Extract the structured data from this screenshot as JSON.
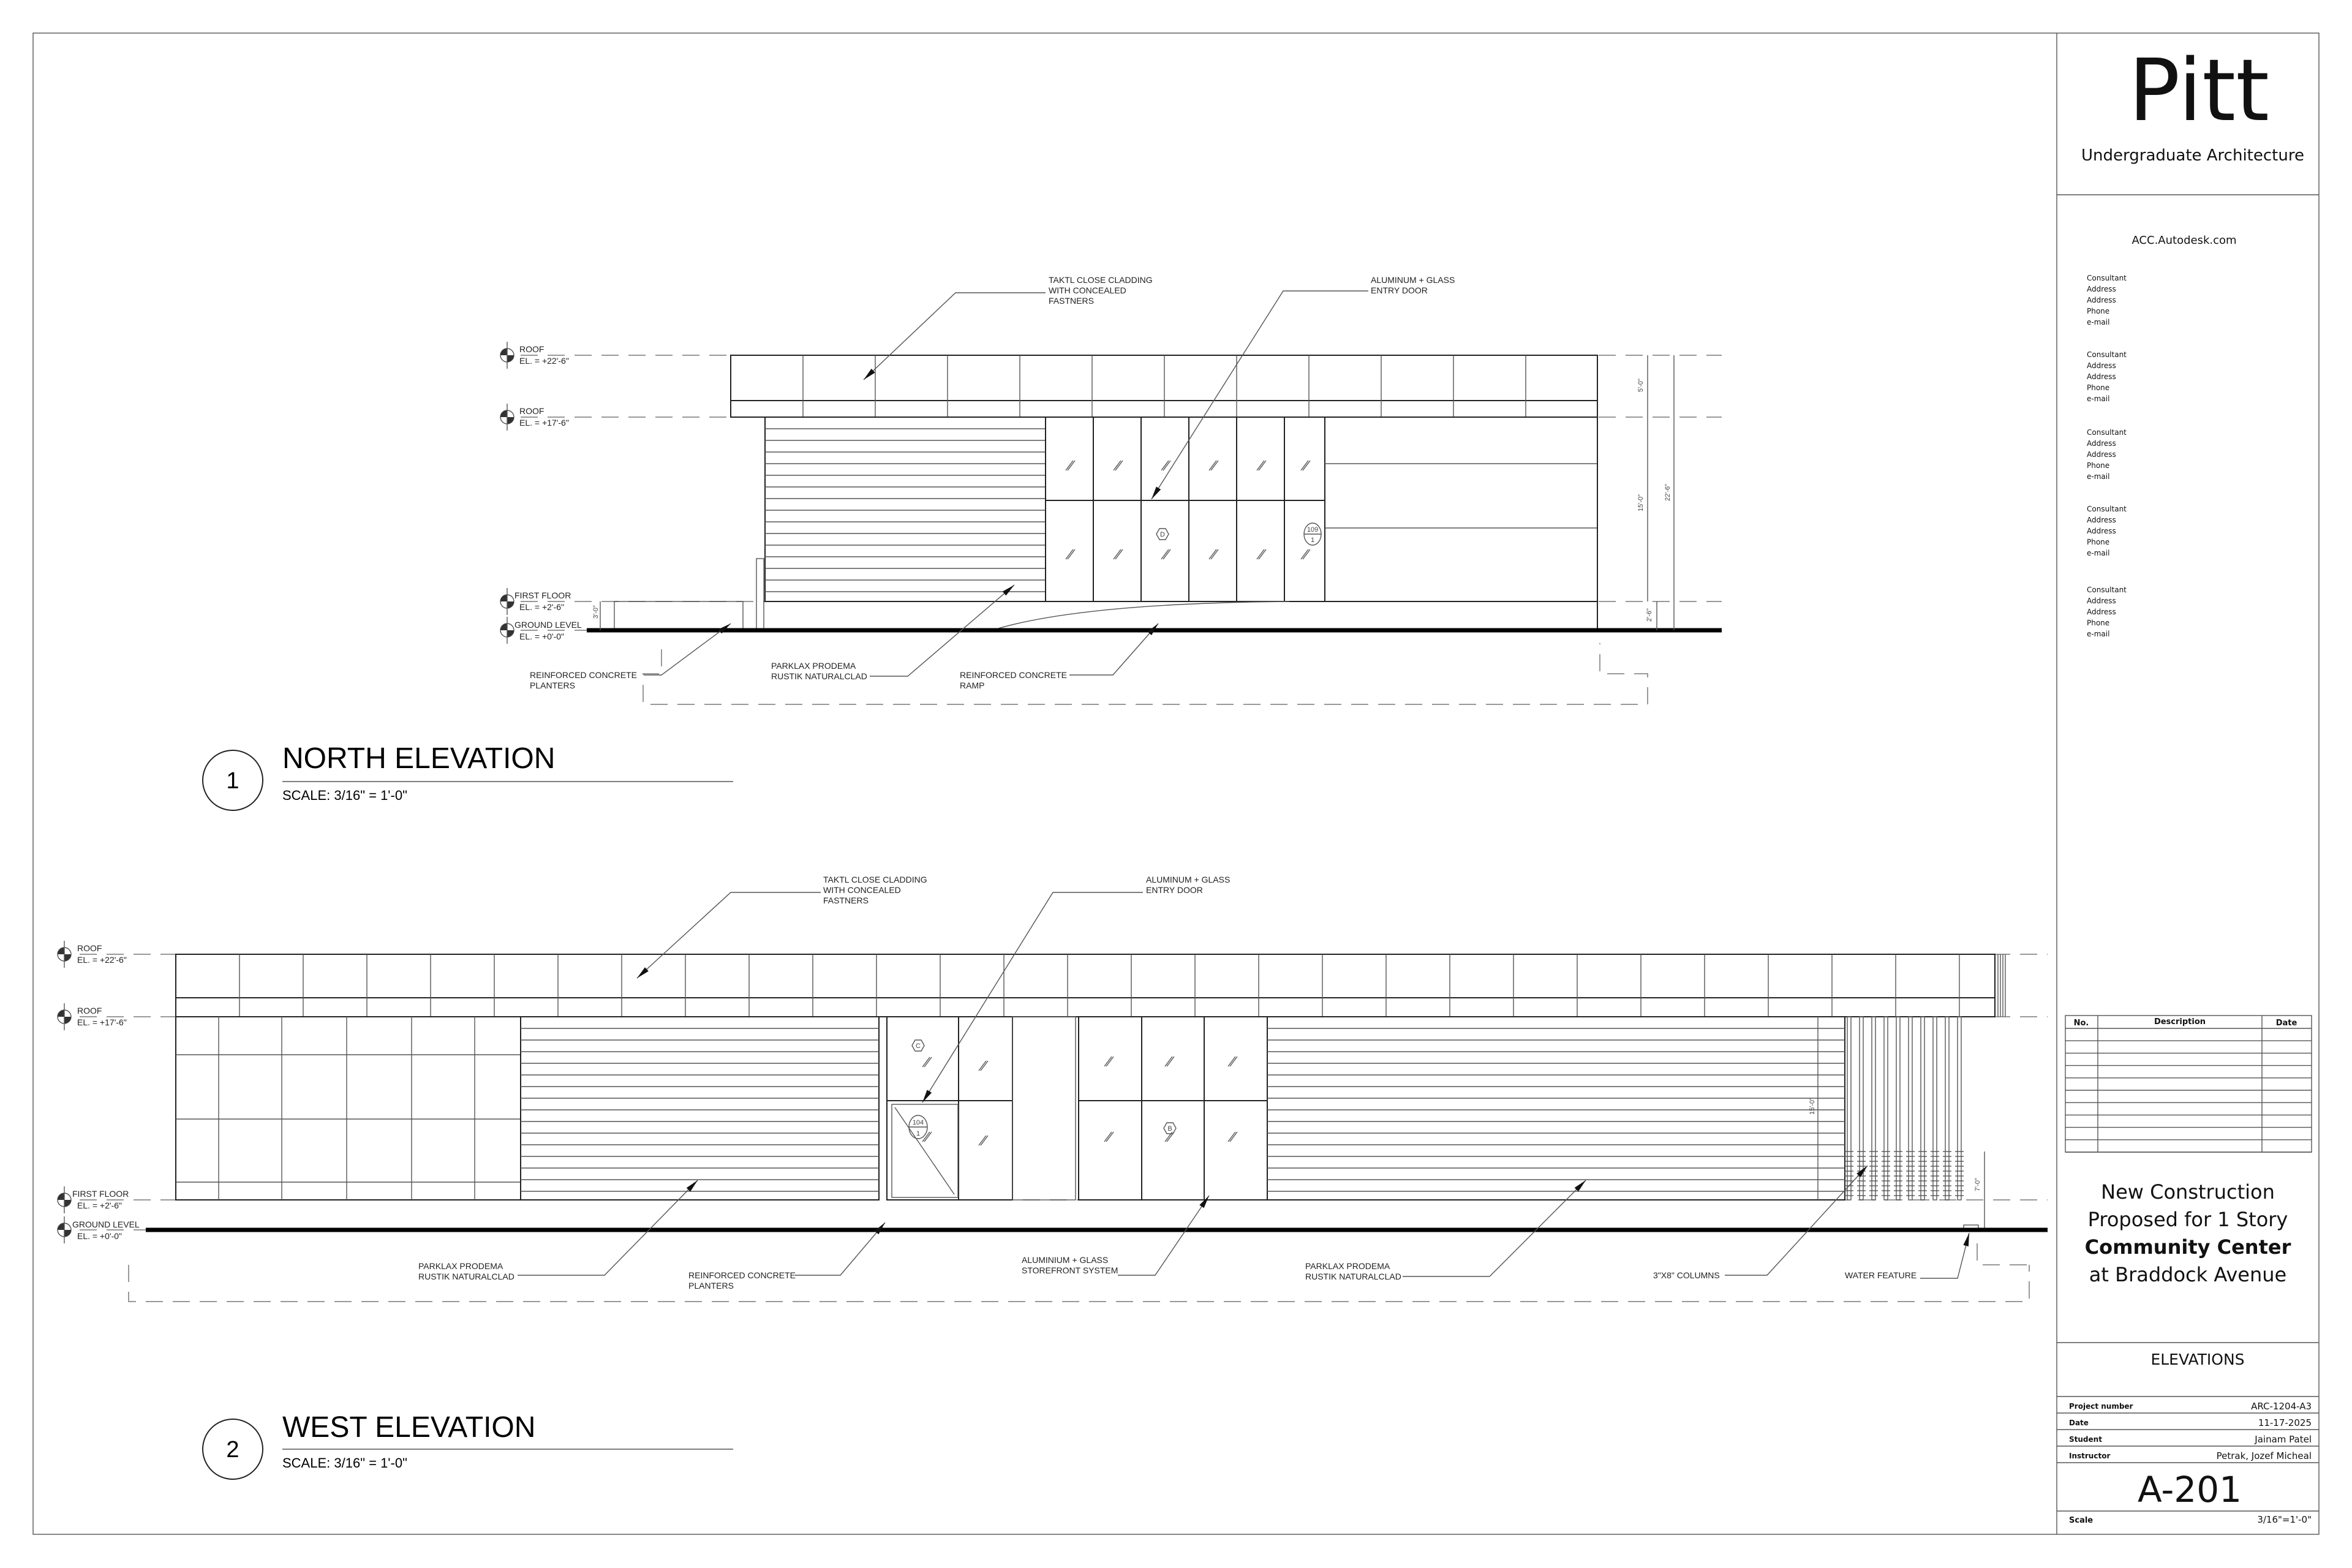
{
  "sheet": {
    "brand": "Pitt",
    "brand_subtitle": "Undergraduate Architecture",
    "website": "ACC.Autodesk.com",
    "consultants": [
      [
        "Consultant",
        "Address",
        "Address",
        "Phone",
        "e-mail"
      ],
      [
        "Consultant",
        "Address",
        "Address",
        "Phone",
        "e-mail"
      ],
      [
        "Consultant",
        "Address",
        "Address",
        "Phone",
        "e-mail"
      ],
      [
        "Consultant",
        "Address",
        "Address",
        "Phone",
        "e-mail"
      ],
      [
        "Consultant",
        "Address",
        "Address",
        "Phone",
        "e-mail"
      ]
    ],
    "revisions": {
      "headers": [
        "No.",
        "Description",
        "Date"
      ],
      "rows": []
    },
    "project_title": [
      "New Construction",
      "Proposed for 1 Story",
      "Community Center",
      "at Braddock Avenue"
    ],
    "sheet_name": "ELEVATIONS",
    "fields": [
      {
        "label": "Project number",
        "value": "ARC-1204-A3"
      },
      {
        "label": "Date",
        "value": "11-17-2025"
      },
      {
        "label": "Student",
        "value": "Jainam Patel"
      },
      {
        "label": "Instructor",
        "value": "Petrak, Jozef Micheal"
      }
    ],
    "sheet_number": "A-201",
    "scale_label": "Scale",
    "scale_value": "3/16\"=1'-0\""
  },
  "north": {
    "number": "1",
    "title": "NORTH ELEVATION",
    "scale": "SCALE: 3/16\" = 1'-0\"",
    "levels": [
      {
        "name": "ROOF",
        "el": "EL. = +22'-6\""
      },
      {
        "name": "ROOF",
        "el": "EL. = +17'-6\""
      },
      {
        "name": "FIRST FLOOR",
        "el": "EL. = +2'-6\""
      },
      {
        "name": "GROUND LEVEL",
        "el": "EL. = +0'-0\""
      }
    ],
    "notes": {
      "cladding": [
        "TAKTL CLOSE CLADDING",
        "WITH CONCEALED",
        "FASTNERS"
      ],
      "door": [
        "ALUMINUM + GLASS",
        "ENTRY DOOR"
      ],
      "planters": [
        "REINFORCED CONCRETE",
        "PLANTERS"
      ],
      "parklax": [
        "PARKLAX PRODEMA",
        "RUSTIK NATURALCLAD"
      ],
      "ramp": [
        "REINFORCED CONCRETE",
        "RAMP"
      ]
    },
    "dims": [
      "5'-0\"",
      "15'-0\"",
      "22'-6\"",
      "2'-6\"",
      "3'-0\""
    ],
    "tags": {
      "window": "D",
      "door_top": "109",
      "door_bottom": "1"
    }
  },
  "west": {
    "number": "2",
    "title": "WEST ELEVATION",
    "scale": "SCALE: 3/16\" = 1'-0\"",
    "levels": [
      {
        "name": "ROOF",
        "el": "EL. = +22'-6\""
      },
      {
        "name": "ROOF",
        "el": "EL. = +17'-6\""
      },
      {
        "name": "FIRST FLOOR",
        "el": "EL. = +2'-6\""
      },
      {
        "name": "GROUND LEVEL",
        "el": "EL. = +0'-0\""
      }
    ],
    "notes": {
      "cladding": [
        "TAKTL CLOSE CLADDING",
        "WITH CONCEALED",
        "FASTNERS"
      ],
      "door": [
        "ALUMINUM + GLASS",
        "ENTRY DOOR"
      ],
      "parklax1": [
        "PARKLAX PRODEMA",
        "RUSTIK NATURALCLAD"
      ],
      "planters": [
        "REINFORCED CONCRETE",
        "PLANTERS"
      ],
      "storefront": [
        "ALUMINIUM + GLASS",
        "STOREFRONT SYSTEM"
      ],
      "parklax2": [
        "PARKLAX PRODEMA",
        "RUSTIK NATURALCLAD"
      ],
      "columns": "3\"X8\" COLUMNS",
      "water": "WATER FEATURE"
    },
    "dims": [
      "15'-0\"",
      "7'-0\""
    ],
    "tags": {
      "window_c": "C",
      "window_b": "B",
      "door_top": "104",
      "door_bottom": "1"
    }
  }
}
